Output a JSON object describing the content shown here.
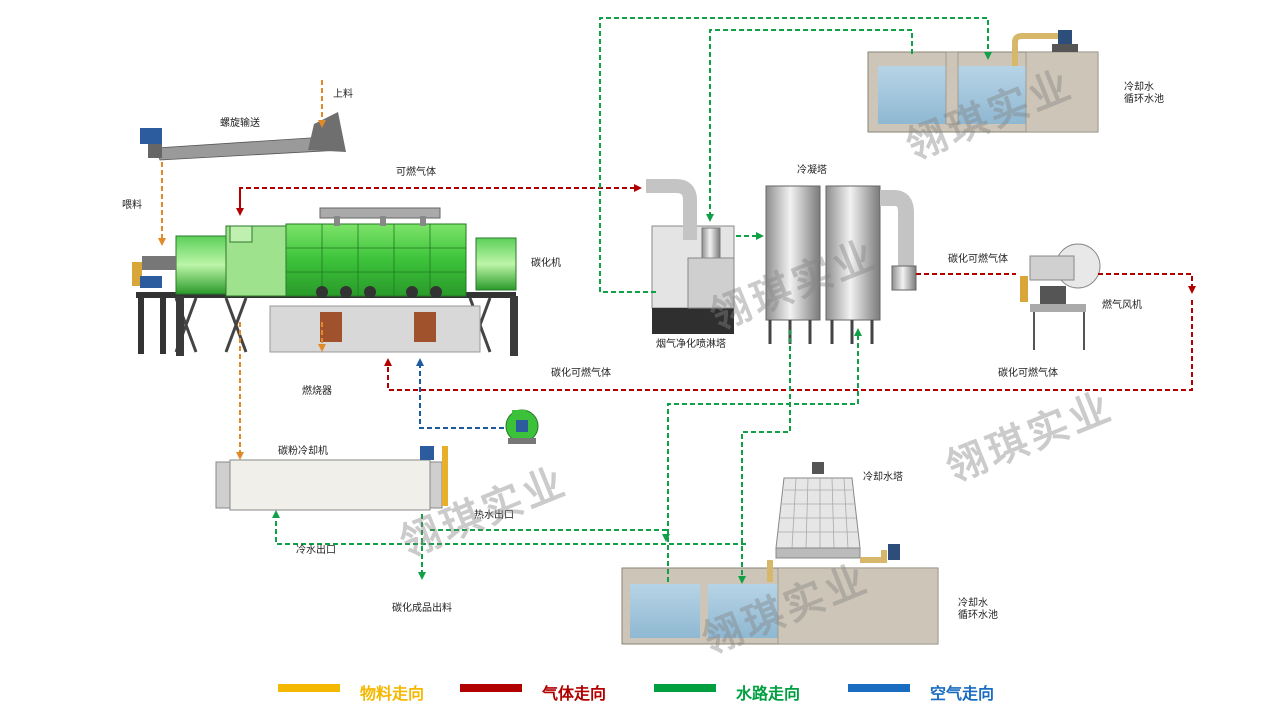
{
  "labels": {
    "feed": "上料",
    "screw": "螺旋输送",
    "spray_feed": "喂料",
    "combustible_gas": "可燃气体",
    "carbonizer": "碳化机",
    "burner": "燃烧器",
    "condenser": "冷凝塔",
    "purifier": "烟气净化喷淋塔",
    "carb_gas_right": "碳化可燃气体",
    "fan": "燃气风机",
    "carb_gas_bottom_left": "碳化可燃气体",
    "carb_gas_bottom_right": "碳化可燃气体",
    "powder_cooler": "碳粉冷却机",
    "hot_water_outlet": "热水出口",
    "cold_water_outlet": "冷水出口",
    "product_outlet": "碳化成品出料",
    "cooling_tower": "冷却水塔",
    "pool_top": "冷却水\n循环水池",
    "pool_bottom": "冷却水\n循环水池"
  },
  "watermark": "翎琪实业",
  "legend": [
    {
      "label": "物料走向",
      "color": "#f5b800"
    },
    {
      "label": "气体走向",
      "color": "#b00000"
    },
    {
      "label": "水路走向",
      "color": "#00a040"
    },
    {
      "label": "空气走向",
      "color": "#1a6cc0"
    }
  ],
  "flow_colors": {
    "material": "#e08a2a",
    "gas": "#b00000",
    "water": "#10a048",
    "air": "#1f5aa0"
  }
}
